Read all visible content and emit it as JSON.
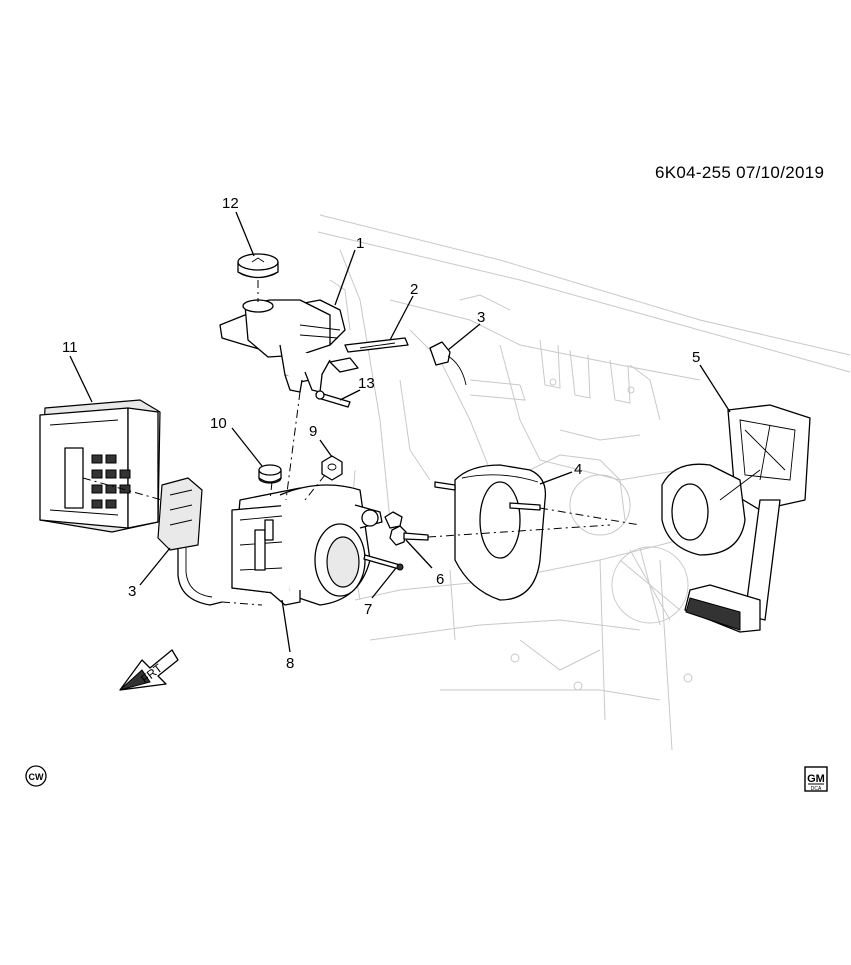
{
  "diagram_ref": "6K04-255 07/10/2019",
  "callouts": [
    {
      "id": "1",
      "label": "1"
    },
    {
      "id": "2",
      "label": "2"
    },
    {
      "id": "3a",
      "label": "3"
    },
    {
      "id": "3b",
      "label": "3"
    },
    {
      "id": "4",
      "label": "4"
    },
    {
      "id": "5",
      "label": "5"
    },
    {
      "id": "6",
      "label": "6"
    },
    {
      "id": "7",
      "label": "7"
    },
    {
      "id": "8",
      "label": "8"
    },
    {
      "id": "9",
      "label": "9"
    },
    {
      "id": "10",
      "label": "10"
    },
    {
      "id": "11",
      "label": "11"
    },
    {
      "id": "12",
      "label": "12"
    },
    {
      "id": "13",
      "label": "13"
    }
  ],
  "frt_label": "FRT",
  "cw_label": "CW",
  "gm_logo": {
    "text": "GM",
    "subtext": "DCA"
  }
}
